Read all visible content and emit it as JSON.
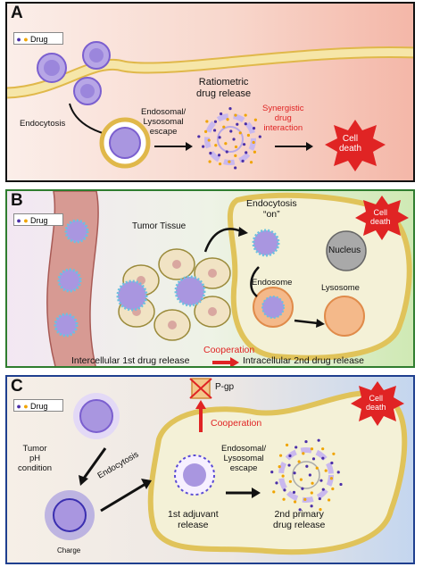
{
  "panel_a": {
    "letter": "A",
    "legend": "Drug",
    "endocytosis": "Endocytosis",
    "escape": "Endosomal/\nLysosomal\nescape",
    "release": "Ratiometric\ndrug release",
    "synergy": "Synergistic\ndrug\ninteraction",
    "cell_death": "Cell\ndeath"
  },
  "panel_b": {
    "letter": "B",
    "legend": "Drug",
    "tumor_tissue": "Tumor Tissue",
    "endocytosis_on": "Endocytosis\n“on”",
    "nucleus": "Nucleus",
    "endosome": "Endosome",
    "lysosome": "Lysosome",
    "cell_death": "Cell\ndeath",
    "cooperation": "Cooperation",
    "intercellular": "Intercellular 1st drug release",
    "intracellular": "Intracellular 2nd drug release"
  },
  "panel_c": {
    "letter": "C",
    "legend": "Drug",
    "pgp": "P-gp",
    "cooperation": "Cooperation",
    "tumor_ph": "Tumor\npH\ncondition",
    "endocytosis": "Endocytosis",
    "escape": "Endosomal/\nLysosomal\nescape",
    "adjuvant": "1st adjuvant\nrelease",
    "primary": "2nd primary\ndrug release",
    "charge": "Charge",
    "cell_death": "Cell\ndeath"
  },
  "colors": {
    "membrane": "#f2d98a",
    "membrane_edge": "#e0b84a",
    "drug_purple": "#4b2fa8",
    "drug_orange": "#f0a400",
    "red": "#e02424"
  }
}
